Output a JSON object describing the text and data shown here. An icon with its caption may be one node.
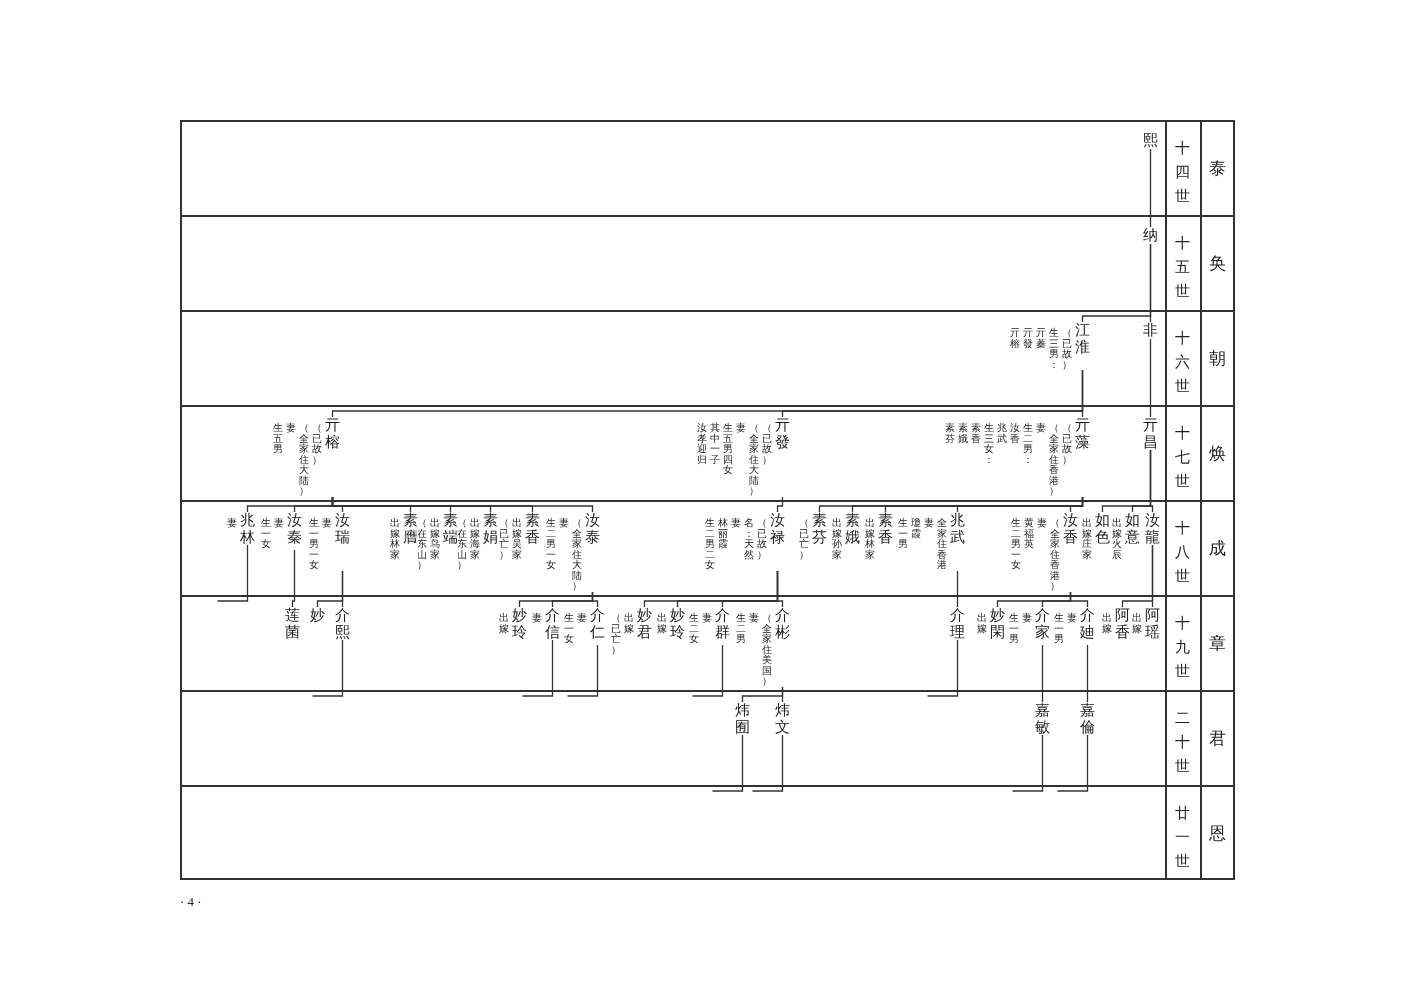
{
  "diagram": {
    "nodes": [
      {
        "text": [
          "熙"
        ]
      },
      {
        "text": [
          "纳"
        ]
      },
      {
        "text": [
          "非"
        ]
      },
      {
        "text": [
          "亓榕",
          "亓發",
          "亓蓁",
          "生三男：",
          "（已故）",
          "江淮"
        ]
      },
      {
        "text": [
          "亓昌"
        ]
      },
      {
        "text": [
          "素芬",
          "素娥",
          "素香",
          "生三女：",
          "兆武",
          "汝香",
          "生二男：",
          "妻",
          "（全家住香港）",
          "（已故）",
          "亓藻"
        ]
      },
      {
        "text": [
          "汝孝迎归",
          "其中一子",
          "生五男四女",
          "妻",
          "（全家住大陆）",
          "（已故）",
          "亓發"
        ]
      },
      {
        "text": [
          "生五男",
          "妻",
          "（全家住大陆）",
          "（已故）",
          "亓榕"
        ]
      },
      {
        "text": [
          "汝龍"
        ]
      },
      {
        "text": [
          "出嫁火辰",
          "如意"
        ]
      },
      {
        "text": [
          "出嫁庄家",
          "如色"
        ]
      },
      {
        "text": [
          "生二男一女",
          "黄福英",
          "妻",
          "（全家住香港）",
          "汝香"
        ]
      },
      {
        "text": [
          "生一男",
          "瓊霞",
          "妻",
          "全家住香港",
          "兆武"
        ]
      },
      {
        "text": [
          "出嫁林家",
          "素香"
        ]
      },
      {
        "text": [
          "出嫁孙家",
          "素娥"
        ]
      },
      {
        "text": [
          "（已亡）",
          "素芬"
        ]
      },
      {
        "text": [
          "生二男二女",
          "林丽霞",
          "妻",
          "名：天然",
          "（已故）",
          "汝禄"
        ]
      },
      {
        "text": [
          "生二男一女",
          "妻",
          "（全家住大陆）",
          "汝泰"
        ]
      },
      {
        "text": [
          "（已亡）",
          "出嫁吴家",
          "素香"
        ]
      },
      {
        "text": [
          "（在东山）",
          "出嫁海家",
          "素娟"
        ]
      },
      {
        "text": [
          "（在东山）",
          "出嫁鸟家",
          "素端"
        ]
      },
      {
        "text": [
          "出嫁林家",
          "素膺"
        ]
      },
      {
        "text": [
          "生一男一女",
          "妻",
          "汝瑞"
        ]
      },
      {
        "text": [
          "生一女",
          "妻",
          "汝秦"
        ]
      },
      {
        "text": [
          "妻",
          "兆林"
        ]
      },
      {
        "text": [
          "出嫁",
          "阿瑶"
        ]
      },
      {
        "text": [
          "出嫁",
          "阿香"
        ]
      },
      {
        "text": [
          "生一男",
          "妻",
          "介廸"
        ]
      },
      {
        "text": [
          "生一男",
          "妻",
          "介家"
        ]
      },
      {
        "text": [
          "出嫁",
          "妙閑"
        ]
      },
      {
        "text": [
          "介理"
        ]
      },
      {
        "text": [
          "生二男",
          "妻",
          "（全家住美国）",
          "介彬"
        ]
      },
      {
        "text": [
          "生二女",
          "妻",
          "介群"
        ]
      },
      {
        "text": [
          "出嫁",
          "妙玲"
        ]
      },
      {
        "text": [
          "（已亡）",
          "出嫁",
          "妙君"
        ]
      },
      {
        "text": [
          "生一女",
          "妻",
          "介仁"
        ]
      },
      {
        "text": [
          "妻",
          "介信"
        ]
      },
      {
        "text": [
          "出嫁",
          "妙玲"
        ]
      },
      {
        "text": [
          "介熙"
        ]
      },
      {
        "text": [
          "妙"
        ]
      },
      {
        "text": [
          "莲菌"
        ]
      },
      {
        "text": [
          "嘉倫"
        ]
      },
      {
        "text": [
          "嘉敏"
        ]
      },
      {
        "text": [
          "炜文"
        ]
      },
      {
        "text": [
          "炜囿"
        ]
      }
    ],
    "edges": [
      {
        "from": 0,
        "to": 1,
        "arrow": "none"
      },
      {
        "from": 1,
        "to": 2,
        "arrow": "none"
      },
      {
        "from": 1,
        "to": 3,
        "arrow": "none"
      },
      {
        "from": 2,
        "to": 4,
        "arrow": "none"
      },
      {
        "from": 3,
        "to": 5,
        "arrow": "none"
      },
      {
        "from": 3,
        "to": 6,
        "arrow": "none"
      },
      {
        "from": 3,
        "to": 7,
        "arrow": "none"
      },
      {
        "from": 4,
        "to": 8,
        "arrow": "none"
      },
      {
        "from": 4,
        "to": 9,
        "arrow": "none"
      },
      {
        "from": 4,
        "to": 10,
        "arrow": "none"
      },
      {
        "from": 5,
        "to": 11,
        "arrow": "none"
      },
      {
        "from": 5,
        "to": 12,
        "arrow": "none"
      },
      {
        "from": 5,
        "to": 13,
        "arrow": "none"
      },
      {
        "from": 5,
        "to": 14,
        "arrow": "none"
      },
      {
        "from": 5,
        "to": 15,
        "arrow": "none"
      },
      {
        "from": 6,
        "to": 16,
        "arrow": "none"
      },
      {
        "from": 7,
        "to": 17,
        "arrow": "none"
      },
      {
        "from": 7,
        "to": 18,
        "arrow": "none"
      },
      {
        "from": 7,
        "to": 19,
        "arrow": "none"
      },
      {
        "from": 7,
        "to": 20,
        "arrow": "none"
      },
      {
        "from": 7,
        "to": 21,
        "arrow": "none"
      },
      {
        "from": 7,
        "to": 22,
        "arrow": "none"
      },
      {
        "from": 7,
        "to": 23,
        "arrow": "none"
      },
      {
        "from": 7,
        "to": 24,
        "arrow": "none"
      },
      {
        "from": 8,
        "to": 25,
        "arrow": "none"
      },
      {
        "from": 8,
        "to": 26,
        "arrow": "none"
      },
      {
        "from": 11,
        "to": 27,
        "arrow": "none"
      },
      {
        "from": 11,
        "to": 28,
        "arrow": "none"
      },
      {
        "from": 11,
        "to": 29,
        "arrow": "none"
      },
      {
        "from": 12,
        "to": 30,
        "arrow": "none"
      },
      {
        "from": 16,
        "to": 31,
        "arrow": "none"
      },
      {
        "from": 16,
        "to": 32,
        "arrow": "none"
      },
      {
        "from": 16,
        "to": 33,
        "arrow": "none"
      },
      {
        "from": 16,
        "to": 34,
        "arrow": "none"
      },
      {
        "from": 17,
        "to": 35,
        "arrow": "none"
      },
      {
        "from": 17,
        "to": 36,
        "arrow": "none"
      },
      {
        "from": 17,
        "to": 37,
        "arrow": "none"
      },
      {
        "from": 22,
        "to": 38,
        "arrow": "none"
      },
      {
        "from": 22,
        "to": 39,
        "arrow": "none"
      },
      {
        "from": 23,
        "to": 40,
        "arrow": "none"
      },
      {
        "from": 27,
        "to": 41,
        "arrow": "none"
      },
      {
        "from": 28,
        "to": 42,
        "arrow": "none"
      },
      {
        "from": 31,
        "to": 43,
        "arrow": "none"
      },
      {
        "from": 31,
        "to": 44,
        "arrow": "none"
      },
      {
        "from": 24,
        "to": null,
        "arrow": "none"
      },
      {
        "from": 30,
        "to": null,
        "arrow": "none"
      },
      {
        "from": 32,
        "to": null,
        "arrow": "none"
      },
      {
        "from": 35,
        "to": null,
        "arrow": "none"
      },
      {
        "from": 36,
        "to": null,
        "arrow": "none"
      },
      {
        "from": 38,
        "to": null,
        "arrow": "none"
      },
      {
        "from": 41,
        "to": null,
        "arrow": "none"
      },
      {
        "from": 42,
        "to": null,
        "arrow": "none"
      },
      {
        "from": 43,
        "to": null,
        "arrow": "none"
      },
      {
        "from": 44,
        "to": null,
        "arrow": "none"
      }
    ],
    "labels": [
      "十四世",
      "十五世",
      "十六世",
      "十七世",
      "十八世",
      "十九世",
      "二十世",
      "廿一世",
      "泰",
      "奂",
      "朝",
      "焕",
      "成",
      "章",
      "君",
      "恩",
      "· 4 ·"
    ]
  }
}
